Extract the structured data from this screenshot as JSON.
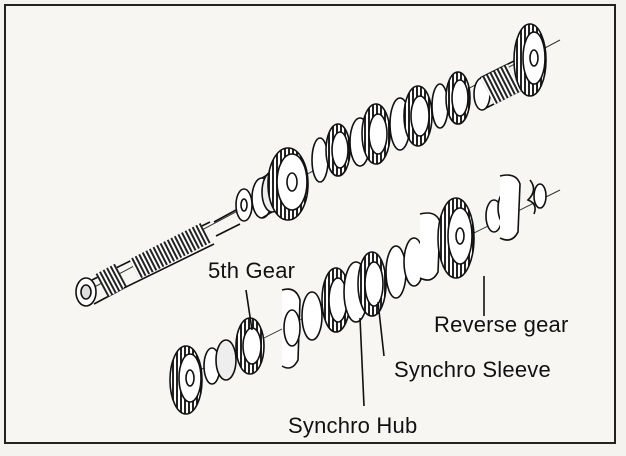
{
  "labels": {
    "fifth_gear": "5th Gear",
    "reverse_gear": "Reverse gear",
    "synchro_sleeve": "Synchro Sleeve",
    "synchro_hub": "Synchro Hub"
  }
}
